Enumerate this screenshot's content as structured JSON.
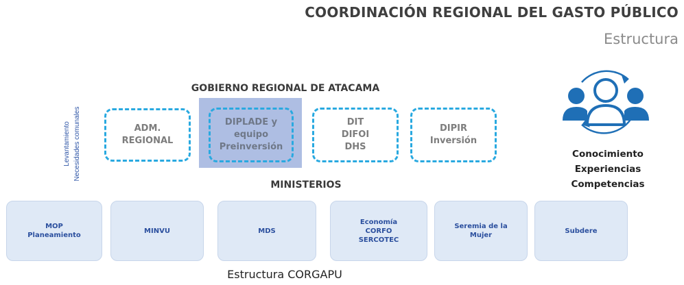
{
  "header": {
    "title": "COORDINACIÓN REGIONAL DEL GASTO PÚBLICO",
    "subtitle": "Estructura"
  },
  "gobierno_regional": {
    "heading": "GOBIERNO REGIONAL DE ATACAMA",
    "side_labels": [
      "Levantamiento",
      "Necesidades comunales"
    ],
    "departments": [
      {
        "lines": [
          "ADM.",
          "REGIONAL"
        ]
      },
      {
        "lines": [
          "DIPLADE y",
          "equipo",
          "Preinversión"
        ]
      },
      {
        "lines": [
          "DIT",
          "DIFOI",
          "DHS"
        ]
      },
      {
        "lines": [
          "DIPIR",
          "Inversión"
        ]
      }
    ]
  },
  "ministerios": {
    "heading": "MINISTERIOS",
    "items": [
      {
        "lines": [
          "MOP",
          "Planeamiento"
        ]
      },
      {
        "lines": [
          "MINVU"
        ]
      },
      {
        "lines": [
          "MDS"
        ]
      },
      {
        "lines": [
          "Economía",
          "CORFO",
          "SERCOTEC"
        ]
      },
      {
        "lines": [
          "Seremia de la",
          "Mujer"
        ]
      },
      {
        "lines": [
          "Subdere"
        ]
      }
    ]
  },
  "side_panel": {
    "icon": "people-cycle-icon",
    "lines": [
      "Conocimiento",
      "Experiencias",
      "Competencias"
    ]
  },
  "caption": "Estructura CORGAPU",
  "colors": {
    "dashed_border": "#29a9e0",
    "highlight_bg": "#aebee3",
    "ministry_bg": "#dfe9f6",
    "ministry_text": "#2b4f9e",
    "icon_blue": "#1f6fb6",
    "vertical_label": "#2e55a6"
  }
}
